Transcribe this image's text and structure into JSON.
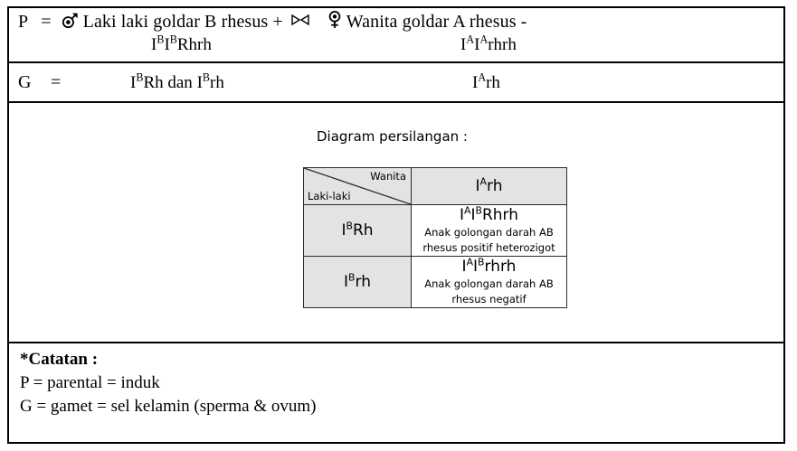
{
  "parental": {
    "label": "P",
    "equals": "=",
    "male_icon": "mars-male-symbol",
    "male_text": "Laki laki goldar B rhesus +",
    "cross_icon": "cross-symbol",
    "cross_text": "><",
    "female_icon": "venus-female-symbol",
    "female_text": "Wanita goldar A rhesus -",
    "male_genotype": {
      "a": "I",
      "a_sup": "B",
      "b": "I",
      "b_sup": "B",
      "tail": "Rhrh"
    },
    "female_genotype": {
      "a": "I",
      "a_sup": "A",
      "b": "I",
      "b_sup": "A",
      "tail": "rhrh"
    }
  },
  "gamet": {
    "label": "G",
    "equals": "=",
    "male": {
      "g1_base": "I",
      "g1_sup": "B",
      "g1_tail": "Rh",
      "conj": " dan ",
      "g2_base": "I",
      "g2_sup": "B",
      "g2_tail": "rh"
    },
    "female": {
      "base": "I",
      "sup": "A",
      "tail": "rh"
    }
  },
  "diagram": {
    "title": "Diagram persilangan :",
    "header": {
      "female_label": "Wanita",
      "male_label": "Laki-laki",
      "female_gamete": {
        "base": "I",
        "sup": "A",
        "tail": "rh"
      }
    },
    "rows": [
      {
        "gamete": {
          "base": "I",
          "sup": "B",
          "tail": "Rh"
        },
        "offspring": {
          "a": "I",
          "a_sup": "A",
          "b": "I",
          "b_sup": "B",
          "tail": "Rhrh"
        },
        "desc_line1": "Anak golongan darah AB",
        "desc_line2": "rhesus positif heterozigot"
      },
      {
        "gamete": {
          "base": "I",
          "sup": "B",
          "tail": "rh"
        },
        "offspring": {
          "a": "I",
          "a_sup": "A",
          "b": "I",
          "b_sup": "B",
          "tail": "rhrh"
        },
        "desc_line1": "Anak golongan darah AB",
        "desc_line2": "rhesus negatif"
      }
    ]
  },
  "catatan": {
    "title": "*Catatan :",
    "line1": "P = parental = induk",
    "line2": "G = gamet = sel kelamin (sperma & ovum)"
  },
  "colors": {
    "border": "#000000",
    "cell_shade": "#e3e3e3",
    "cell_plain": "#ffffff",
    "text": "#000000"
  }
}
